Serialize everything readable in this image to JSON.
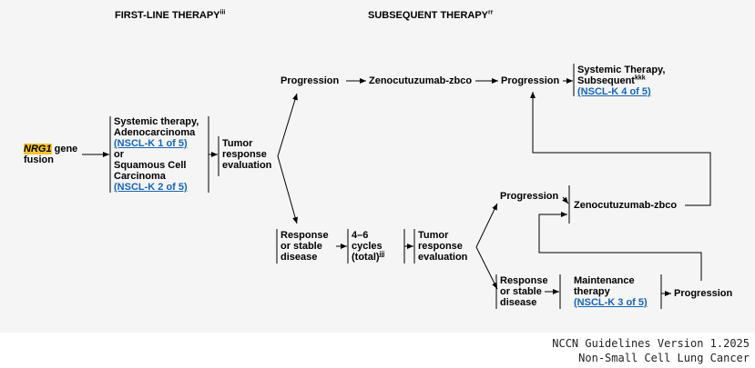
{
  "headers": {
    "first_line": "FIRST-LINE THERAPY",
    "first_line_sup": "iii",
    "subsequent": "SUBSEQUENT THERAPY",
    "subsequent_sup": "rr"
  },
  "nodes": {
    "nrg1": {
      "gene": "NRG1",
      "rest": " gene",
      "line2": "fusion"
    },
    "systemic": {
      "l1": "Systemic therapy,",
      "l2": "Adenocarcinoma",
      "link1": "(NSCL-K 1 of 5)",
      "l4": "or",
      "l5": "Squamous Cell",
      "l6": "Carcinoma",
      "link2": "(NSCL-K 2 of 5)"
    },
    "tumor_eval_1": {
      "l1": "Tumor",
      "l2": "response",
      "l3": "evaluation"
    },
    "progression_top": "Progression",
    "zeno_top": "Zenocutuzumab-zbco",
    "progression_top_right": "Progression",
    "systemic_subsequent": {
      "l1": "Systemic Therapy,",
      "l2": "Subsequent",
      "sup": "kkk",
      "link": "(NSCL-K 4 of 5)"
    },
    "response_stable_1": {
      "l1": "Response",
      "l2": "or stable",
      "l3": "disease"
    },
    "cycles": {
      "l1": "4–6",
      "l2": "cycles",
      "l3": "(total)",
      "sup": "jjj"
    },
    "tumor_eval_2": {
      "l1": "Tumor",
      "l2": "response",
      "l3": "evaluation"
    },
    "progression_mid": "Progression",
    "zeno_mid": "Zenocutuzumab-zbco",
    "response_stable_2": {
      "l1": "Response",
      "l2": "or stable",
      "l3": "disease"
    },
    "maintenance": {
      "l1": "Maintenance",
      "l2": "therapy",
      "link": "(NSCL-K 3 of 5)"
    },
    "progression_bottom": "Progression"
  },
  "footer": {
    "line1": "NCCN Guidelines Version 1.2025",
    "line2": "Non-Small Cell Lung Cancer"
  }
}
